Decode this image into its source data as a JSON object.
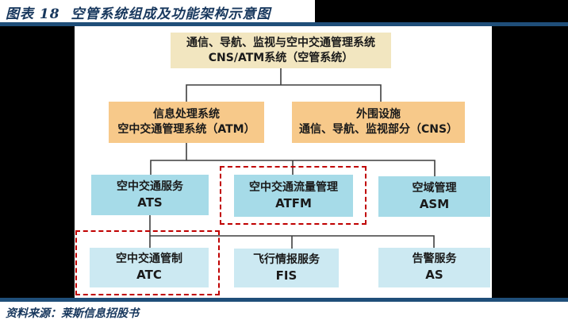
{
  "page": {
    "title": "图表 18  空管系统组成及功能架构示意图",
    "source": "资料来源：莱斯信息招股书"
  },
  "colors": {
    "navy_text": "#17375D",
    "navy_rule": "#1F4E79",
    "level1_fill": "#F2E6C0",
    "level2_fill": "#F7C98A",
    "level3_fill": "#A6DBE8",
    "level4_fill": "#CCE9F2",
    "highlight_dash": "#C00000",
    "connector": "#3F3F3F",
    "mask": "#000000"
  },
  "diagram": {
    "root": {
      "lines": [
        "通信、导航、监视与空中交通管理系统",
        "CNS/ATM系统（空管系统）"
      ]
    },
    "level2": [
      {
        "lines": [
          "信息处理系统",
          "空中交通管理系统（ATM）"
        ]
      },
      {
        "lines": [
          "外围设施",
          "通信、导航、监视部分（CNS）"
        ]
      }
    ],
    "level3": [
      {
        "lines": [
          "空中交通服务",
          "ATS"
        ],
        "highlighted": false
      },
      {
        "lines": [
          "空中交通流量管理",
          "ATFM"
        ],
        "highlighted": true
      },
      {
        "lines": [
          "空域管理",
          "ASM"
        ],
        "highlighted": false
      }
    ],
    "level4": [
      {
        "lines": [
          "空中交通管制",
          "ATC"
        ],
        "highlighted": true
      },
      {
        "lines": [
          "飞行情报服务",
          "FIS"
        ],
        "highlighted": false
      },
      {
        "lines": [
          "告警服务",
          "AS"
        ],
        "highlighted": false
      }
    ]
  }
}
